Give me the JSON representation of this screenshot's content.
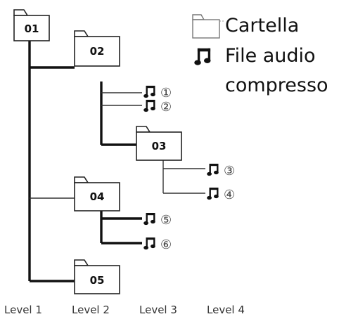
{
  "legend": {
    "folder_label": "Cartella",
    "file_label_line1": "File audio",
    "file_label_line2": "compresso"
  },
  "folders": [
    {
      "id": "f1",
      "label": "01"
    },
    {
      "id": "f2",
      "label": "02"
    },
    {
      "id": "f3",
      "label": "03"
    },
    {
      "id": "f4",
      "label": "04"
    },
    {
      "id": "f5",
      "label": "05"
    }
  ],
  "files": [
    {
      "id": "file1",
      "label": "①"
    },
    {
      "id": "file2",
      "label": "②"
    },
    {
      "id": "file3",
      "label": "③"
    },
    {
      "id": "file4",
      "label": "④"
    },
    {
      "id": "file5",
      "label": "⑤"
    },
    {
      "id": "file6",
      "label": "⑥"
    }
  ],
  "levels": [
    "Level 1",
    "Level 2",
    "Level 3",
    "Level 4"
  ]
}
